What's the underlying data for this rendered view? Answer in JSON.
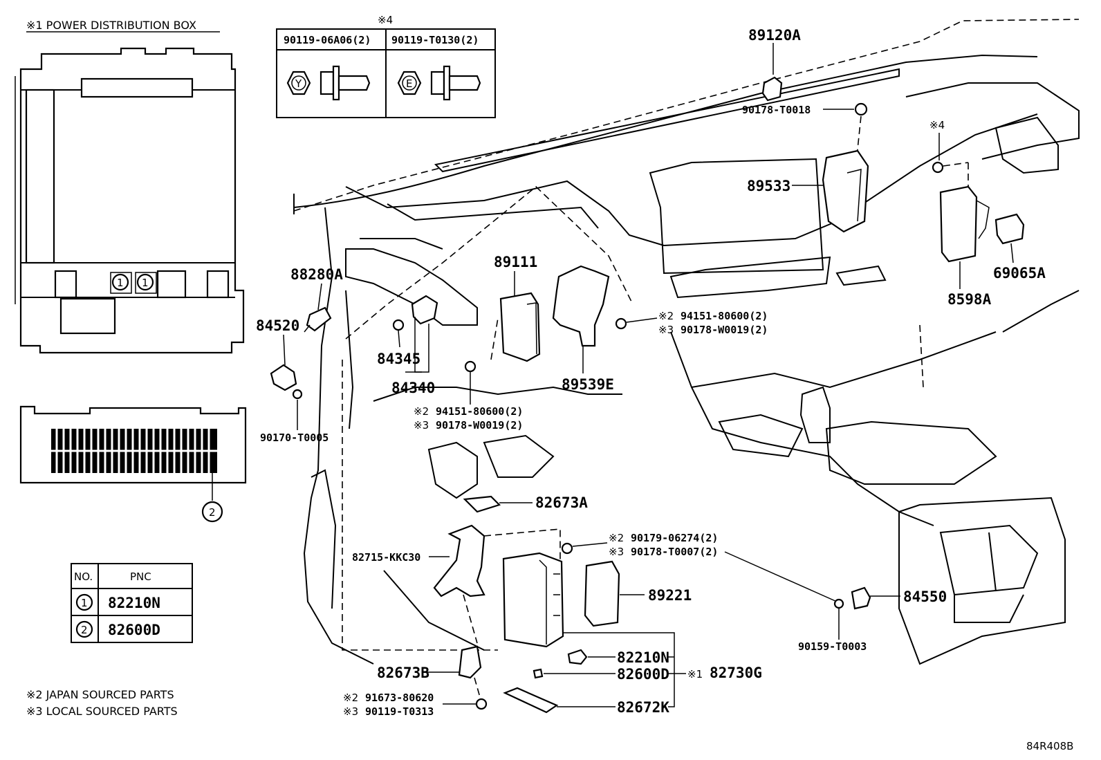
{
  "power_box": {
    "title": "※1  POWER DISTRIBUTION BOX",
    "circle1a": "1",
    "circle1b": "1",
    "circle2": "2"
  },
  "note4_table": {
    "header": "※4",
    "col1": "90119-06A06(2)",
    "col2": "90119-T0130(2)",
    "col1_mark": "Y",
    "col2_mark": "E"
  },
  "pnc_table": {
    "head_no": "NO.",
    "head_pnc": "PNC",
    "rows": [
      {
        "no": "1",
        "pnc": "82210N"
      },
      {
        "no": "2",
        "pnc": "82600D"
      }
    ]
  },
  "footnotes": {
    "note2": "※2 JAPAN SOURCED PARTS",
    "note3": "※3 LOCAL SOURCED PARTS"
  },
  "labels": {
    "p89120A": "89120A",
    "p90178_T0018": "90178-T0018",
    "p89533": "89533",
    "note4_right": "※4",
    "p69065A": "69065A",
    "p8598A": "8598A",
    "p88280A": "88280A",
    "p84520": "84520",
    "p84345": "84345",
    "p84340": "84340",
    "p90170_T0005": "90170-T0005",
    "p89111": "89111",
    "p89539E": "89539E",
    "r2a_mark": "※2",
    "r2a": "94151-80600(2)",
    "r3a_mark": "※3",
    "r3a": "90178-W0019(2)",
    "m2_mark": "※2",
    "m2": "94151-80600(2)",
    "m3_mark": "※3",
    "m3": "90178-W0019(2)",
    "p82673A": "82673A",
    "p82715_KKC30": "82715-KKC30",
    "c2_mark": "※2",
    "c2": "90179-06274(2)",
    "c3_mark": "※3",
    "c3": "90178-T0007(2)",
    "p89221": "89221",
    "p84550": "84550",
    "p90159_T0003": "90159-T0003",
    "p82210N": "82210N",
    "p82600D": "82600D",
    "p82730G_mark": "※1",
    "p82730G": "82730G",
    "p82673B": "82673B",
    "b2_mark": "※2",
    "b2": "91673-80620",
    "b3_mark": "※3",
    "b3": "90119-T0313",
    "p82672K": "82672K",
    "code": "84R408B"
  }
}
